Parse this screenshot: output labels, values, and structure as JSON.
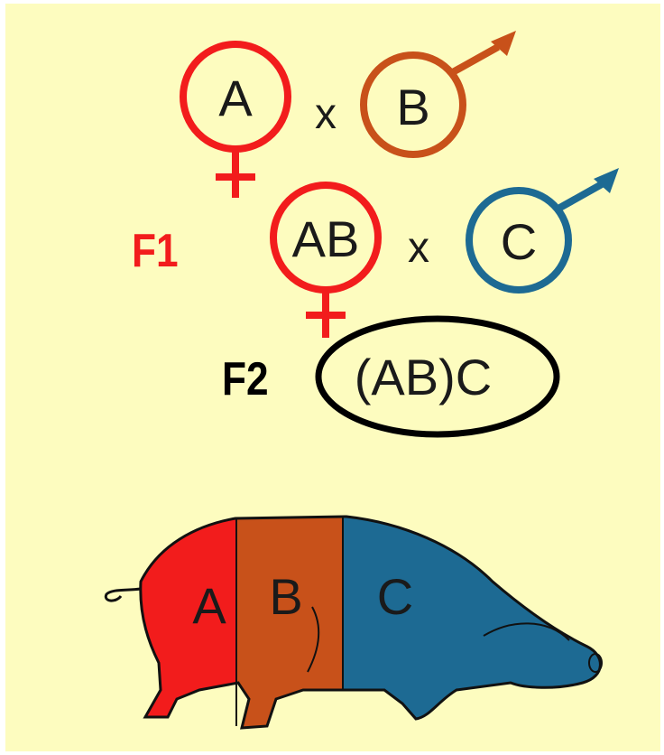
{
  "colors": {
    "background": "#fdfcbf",
    "breed_a": "#f21c1c",
    "breed_b": "#c8511a",
    "breed_c": "#1d6a93",
    "cross_result": "#000000",
    "text": "#1a1a1a"
  },
  "cross1": {
    "female_symbol_label": "A",
    "multiply_sign": "x",
    "male_symbol_label": "B"
  },
  "cross2": {
    "generation_label": "F1",
    "female_symbol_label": "AB",
    "multiply_sign": "x",
    "male_symbol_label": "C"
  },
  "result": {
    "generation_label": "F2",
    "offspring_label": "(AB)C"
  },
  "pig": {
    "segment_a_label": "A",
    "segment_b_label": "B",
    "segment_c_label": "C"
  }
}
